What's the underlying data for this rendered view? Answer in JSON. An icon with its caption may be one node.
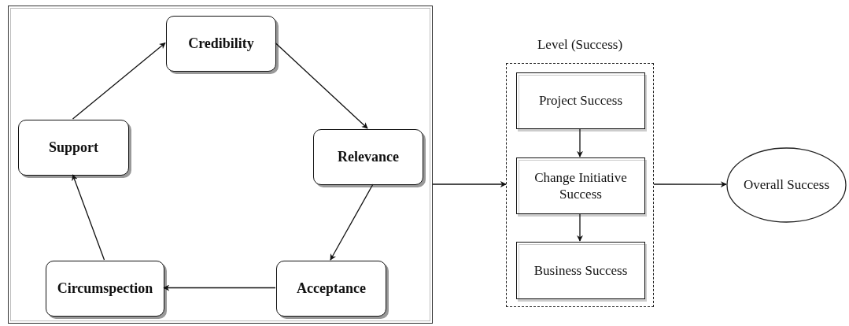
{
  "diagram": {
    "nodes": [
      {
        "text": [],
        "shape": "box"
      },
      {
        "text": [
          "Credibility"
        ],
        "in": 0
      },
      {
        "text": [
          "Relevance"
        ],
        "in": 0
      },
      {
        "text": [
          "Acceptance"
        ],
        "in": 0
      },
      {
        "text": [
          "Circumspection"
        ],
        "in": 0
      },
      {
        "text": [
          "Support"
        ],
        "in": 0
      },
      {
        "text": [
          "Level (Success)"
        ]
      },
      {
        "text": [
          "Project Success"
        ],
        "in": 6
      },
      {
        "text": [
          "Change Initiative Success"
        ],
        "in": 6
      },
      {
        "text": [
          "Business Success"
        ],
        "in": 6
      },
      {
        "text": [
          "Overall Success"
        ]
      }
    ],
    "edges": [
      {
        "from": 5,
        "to": 1,
        "arrow": "to"
      },
      {
        "from": 1,
        "to": 2,
        "arrow": "to"
      },
      {
        "from": 2,
        "to": 3,
        "arrow": "to"
      },
      {
        "from": 3,
        "to": 4,
        "arrow": "to"
      },
      {
        "from": 4,
        "to": 5,
        "arrow": "to"
      },
      {
        "from": 0,
        "to": 6,
        "arrow": "to"
      },
      {
        "from": 7,
        "to": 8,
        "arrow": "to"
      },
      {
        "from": 8,
        "to": 9,
        "arrow": "to"
      },
      {
        "from": 6,
        "to": 10,
        "arrow": "to"
      }
    ]
  }
}
